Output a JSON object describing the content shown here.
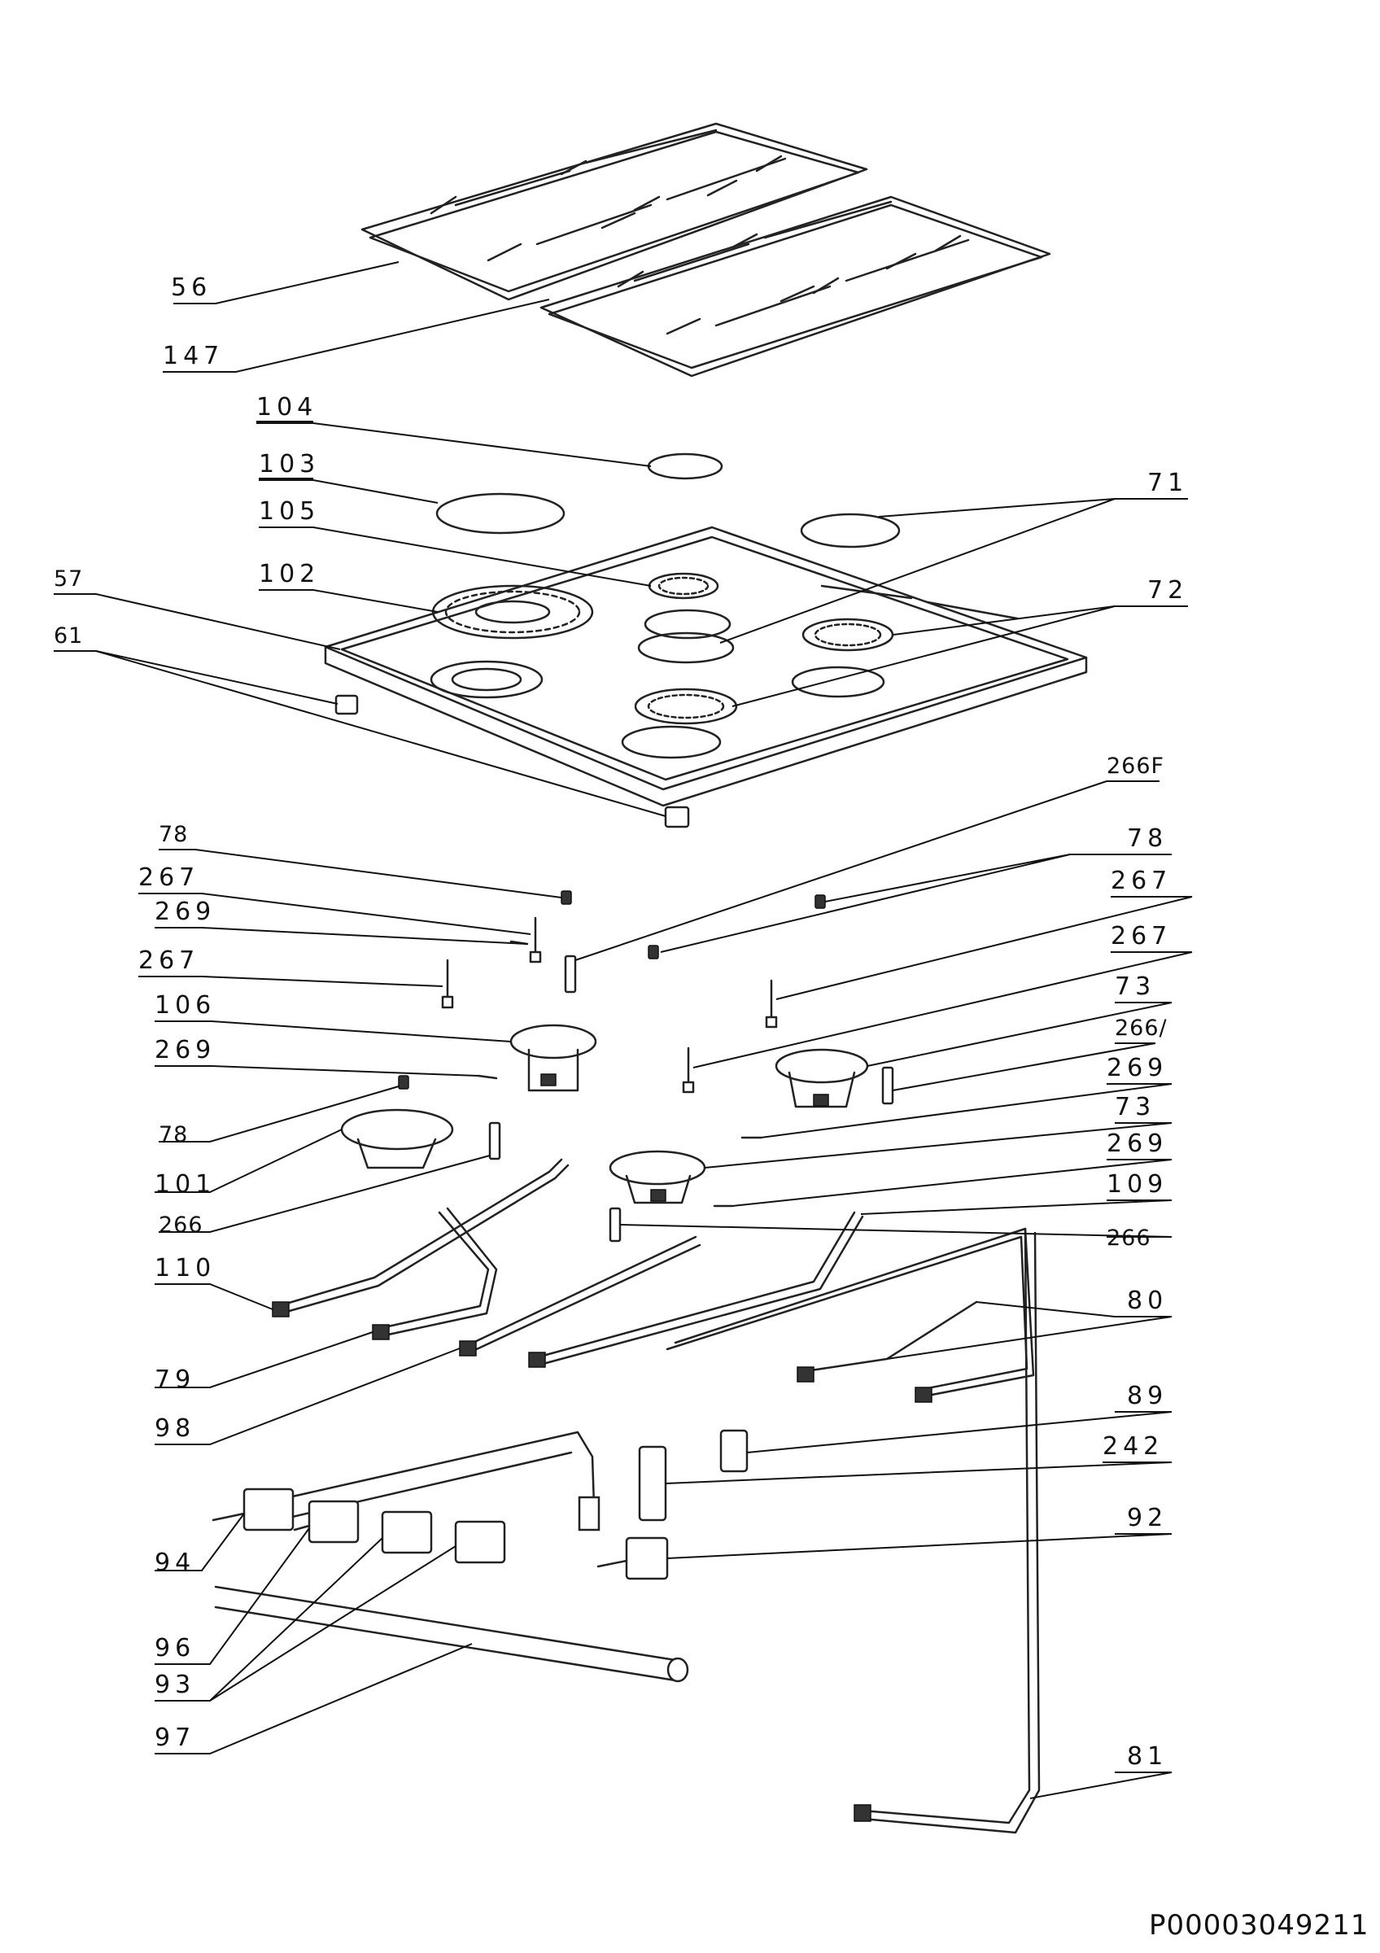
{
  "document_code": "P00003049211",
  "labels": [
    {
      "key": "l56",
      "text": "56"
    },
    {
      "key": "l147",
      "text": "147"
    },
    {
      "key": "l104",
      "text": "104"
    },
    {
      "key": "l103",
      "text": "103"
    },
    {
      "key": "l71",
      "text": "71"
    },
    {
      "key": "l105",
      "text": "105"
    },
    {
      "key": "l102",
      "text": "102"
    },
    {
      "key": "l72",
      "text": "72"
    },
    {
      "key": "l57",
      "text": "57"
    },
    {
      "key": "l61",
      "text": "61"
    },
    {
      "key": "l266F",
      "text": "266F"
    },
    {
      "key": "l78a",
      "text": "78"
    },
    {
      "key": "l78b",
      "text": "78"
    },
    {
      "key": "l267a",
      "text": "267"
    },
    {
      "key": "l267r1",
      "text": "267"
    },
    {
      "key": "l269a",
      "text": "269"
    },
    {
      "key": "l267r2",
      "text": "267"
    },
    {
      "key": "l267b",
      "text": "267"
    },
    {
      "key": "l73a",
      "text": "73"
    },
    {
      "key": "l106",
      "text": "106"
    },
    {
      "key": "l266r1",
      "text": "266/"
    },
    {
      "key": "l269b",
      "text": "269"
    },
    {
      "key": "l269r1",
      "text": "269"
    },
    {
      "key": "l78c",
      "text": "78"
    },
    {
      "key": "l73b",
      "text": "73"
    },
    {
      "key": "l101",
      "text": "101"
    },
    {
      "key": "l269r2",
      "text": "269"
    },
    {
      "key": "l266l",
      "text": "266"
    },
    {
      "key": "l109",
      "text": "109"
    },
    {
      "key": "l266r2",
      "text": "266"
    },
    {
      "key": "l110",
      "text": "110"
    },
    {
      "key": "l80",
      "text": "80"
    },
    {
      "key": "l79",
      "text": "79"
    },
    {
      "key": "l98",
      "text": "98"
    },
    {
      "key": "l89",
      "text": "89"
    },
    {
      "key": "l242",
      "text": "242"
    },
    {
      "key": "l92",
      "text": "92"
    },
    {
      "key": "l94",
      "text": "94"
    },
    {
      "key": "l96",
      "text": "96"
    },
    {
      "key": "l93",
      "text": "93"
    },
    {
      "key": "l97",
      "text": "97"
    },
    {
      "key": "l81",
      "text": "81"
    }
  ]
}
